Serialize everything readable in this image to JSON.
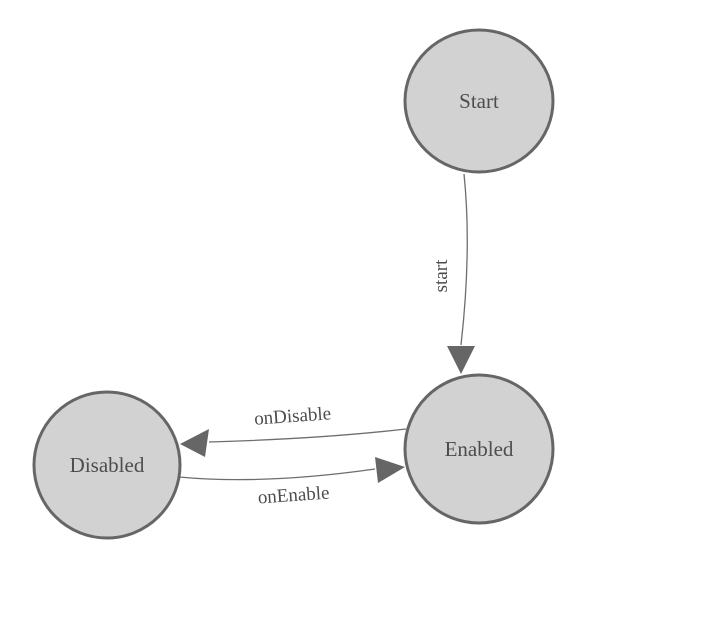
{
  "diagram": {
    "type": "state-machine",
    "nodes": [
      {
        "id": "start",
        "label": "Start"
      },
      {
        "id": "enabled",
        "label": "Enabled"
      },
      {
        "id": "disabled",
        "label": "Disabled"
      }
    ],
    "edges": [
      {
        "from": "Start",
        "to": "Enabled",
        "label": "start"
      },
      {
        "from": "Enabled",
        "to": "Disabled",
        "label": "onDisable"
      },
      {
        "from": "Disabled",
        "to": "Enabled",
        "label": "onEnable"
      }
    ]
  },
  "colors": {
    "background": "#ffffff",
    "node-fill": "#d2d2d2",
    "node-stroke": "#666666",
    "edge-stroke": "#6e6e6e",
    "arrow-fill": "#666666",
    "text": "#4d4d4d"
  }
}
